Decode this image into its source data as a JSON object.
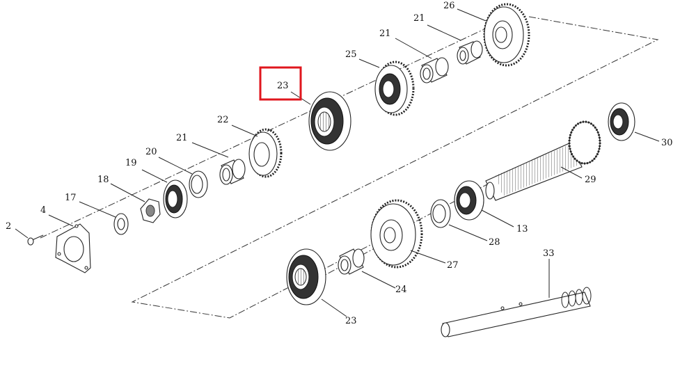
{
  "callouts": [
    {
      "id": "c26",
      "label": "26"
    },
    {
      "id": "c21a",
      "label": "21"
    },
    {
      "id": "c21b",
      "label": "21"
    },
    {
      "id": "c25",
      "label": "25"
    },
    {
      "id": "c23a",
      "label": "23"
    },
    {
      "id": "c22",
      "label": "22"
    },
    {
      "id": "c21c",
      "label": "21"
    },
    {
      "id": "c20",
      "label": "20"
    },
    {
      "id": "c19",
      "label": "19"
    },
    {
      "id": "c18",
      "label": "18"
    },
    {
      "id": "c17",
      "label": "17"
    },
    {
      "id": "c4",
      "label": "4"
    },
    {
      "id": "c2",
      "label": "2"
    },
    {
      "id": "c30",
      "label": "30"
    },
    {
      "id": "c29",
      "label": "29"
    },
    {
      "id": "c13",
      "label": "13"
    },
    {
      "id": "c28",
      "label": "28"
    },
    {
      "id": "c27",
      "label": "27"
    },
    {
      "id": "c24",
      "label": "24"
    },
    {
      "id": "c23b",
      "label": "23"
    },
    {
      "id": "c33",
      "label": "33"
    }
  ],
  "highlight": {
    "target": "23",
    "color": "#e0161d"
  }
}
